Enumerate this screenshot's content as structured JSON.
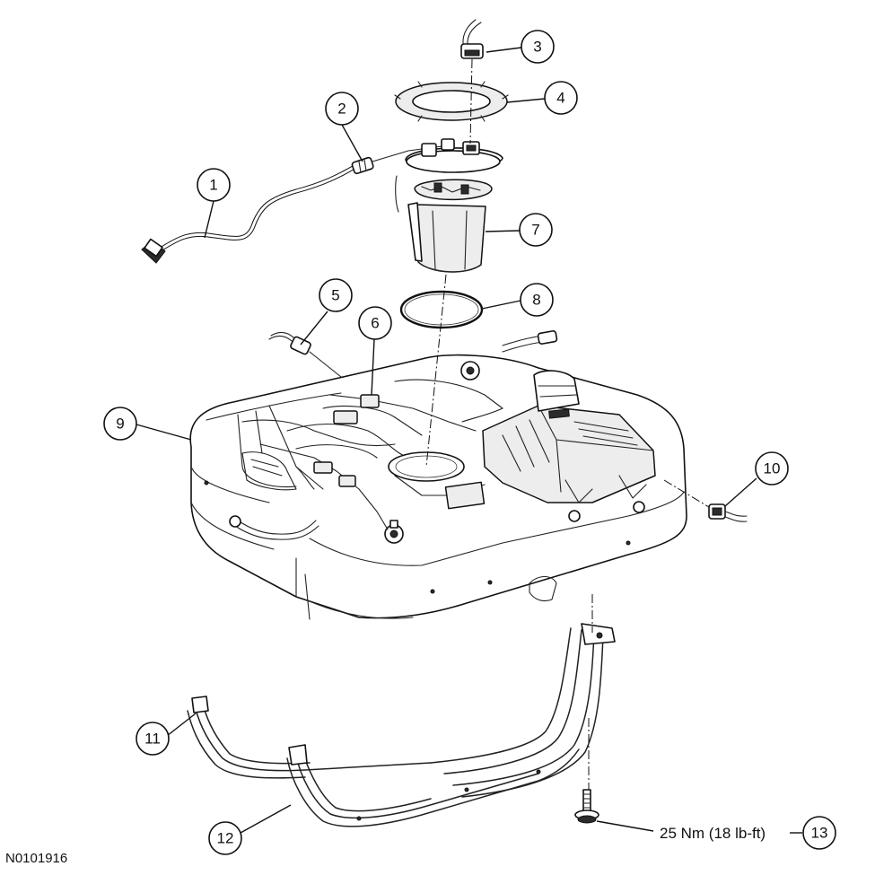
{
  "figure_code": "N0101916",
  "torque_label": "25 Nm (18 lb-ft)",
  "callouts": [
    "1",
    "2",
    "3",
    "4",
    "5",
    "6",
    "7",
    "8",
    "9",
    "10",
    "11",
    "12",
    "13"
  ]
}
